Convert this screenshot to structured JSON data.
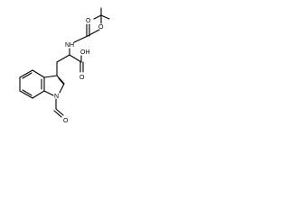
{
  "molecule": {
    "atoms": {
      "nh": "NH",
      "ester_oxygen": "O",
      "carbamate_carbonyl_oxygen": "O",
      "acid_oxygen": "O",
      "acid_hydroxyl": "OH",
      "indole_nitrogen": "N",
      "formyl_oxygen": "O"
    }
  }
}
